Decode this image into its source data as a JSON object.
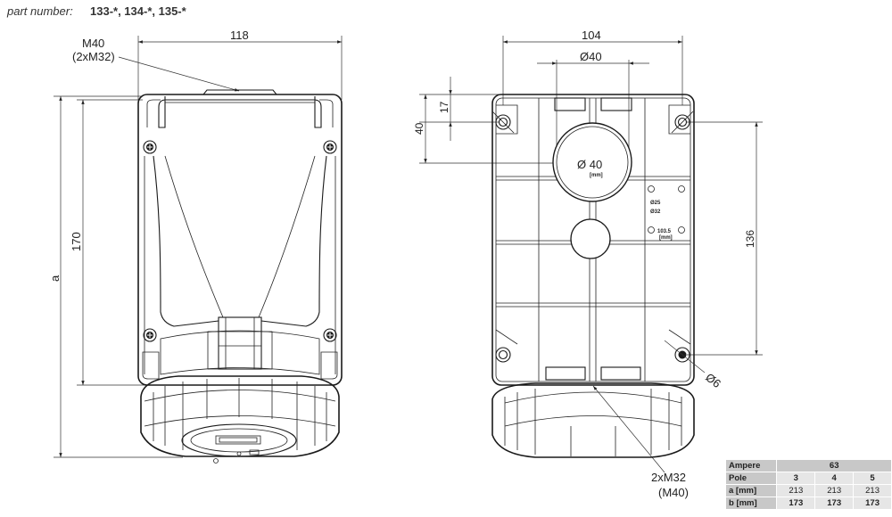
{
  "header": {
    "label": "part number:",
    "value": "133-*, 134-*, 135-*"
  },
  "left_view": {
    "width_dim": "118",
    "entry_label_line1": "M40",
    "entry_label_line2": "(2xM32)",
    "height_dim": "170",
    "total_dim": "a"
  },
  "right_view": {
    "width_dim": "104",
    "hole_dim": "Ø40",
    "hole_center_label": "Ø 40",
    "hole_center_small": "[mm]",
    "top_dim_outer": "40",
    "top_dim_inner": "17",
    "side_dim": "136",
    "screw_hole_dim": "Ø6",
    "entry_label_line1": "2xM32",
    "entry_label_line2": "(M40)",
    "marker_top": "Ø25",
    "marker_bottom": "Ø32",
    "marker_mid": "103.5",
    "marker_mid_small": "[mm]"
  },
  "table": {
    "rows": [
      {
        "label": "Ampere",
        "values": [
          "63"
        ]
      },
      {
        "label": "Pole",
        "values": [
          "3",
          "4",
          "5"
        ]
      },
      {
        "label": "a [mm]",
        "values": [
          "213",
          "213",
          "213"
        ]
      },
      {
        "label": "b [mm]",
        "values": [
          "173",
          "173",
          "173"
        ]
      }
    ]
  }
}
